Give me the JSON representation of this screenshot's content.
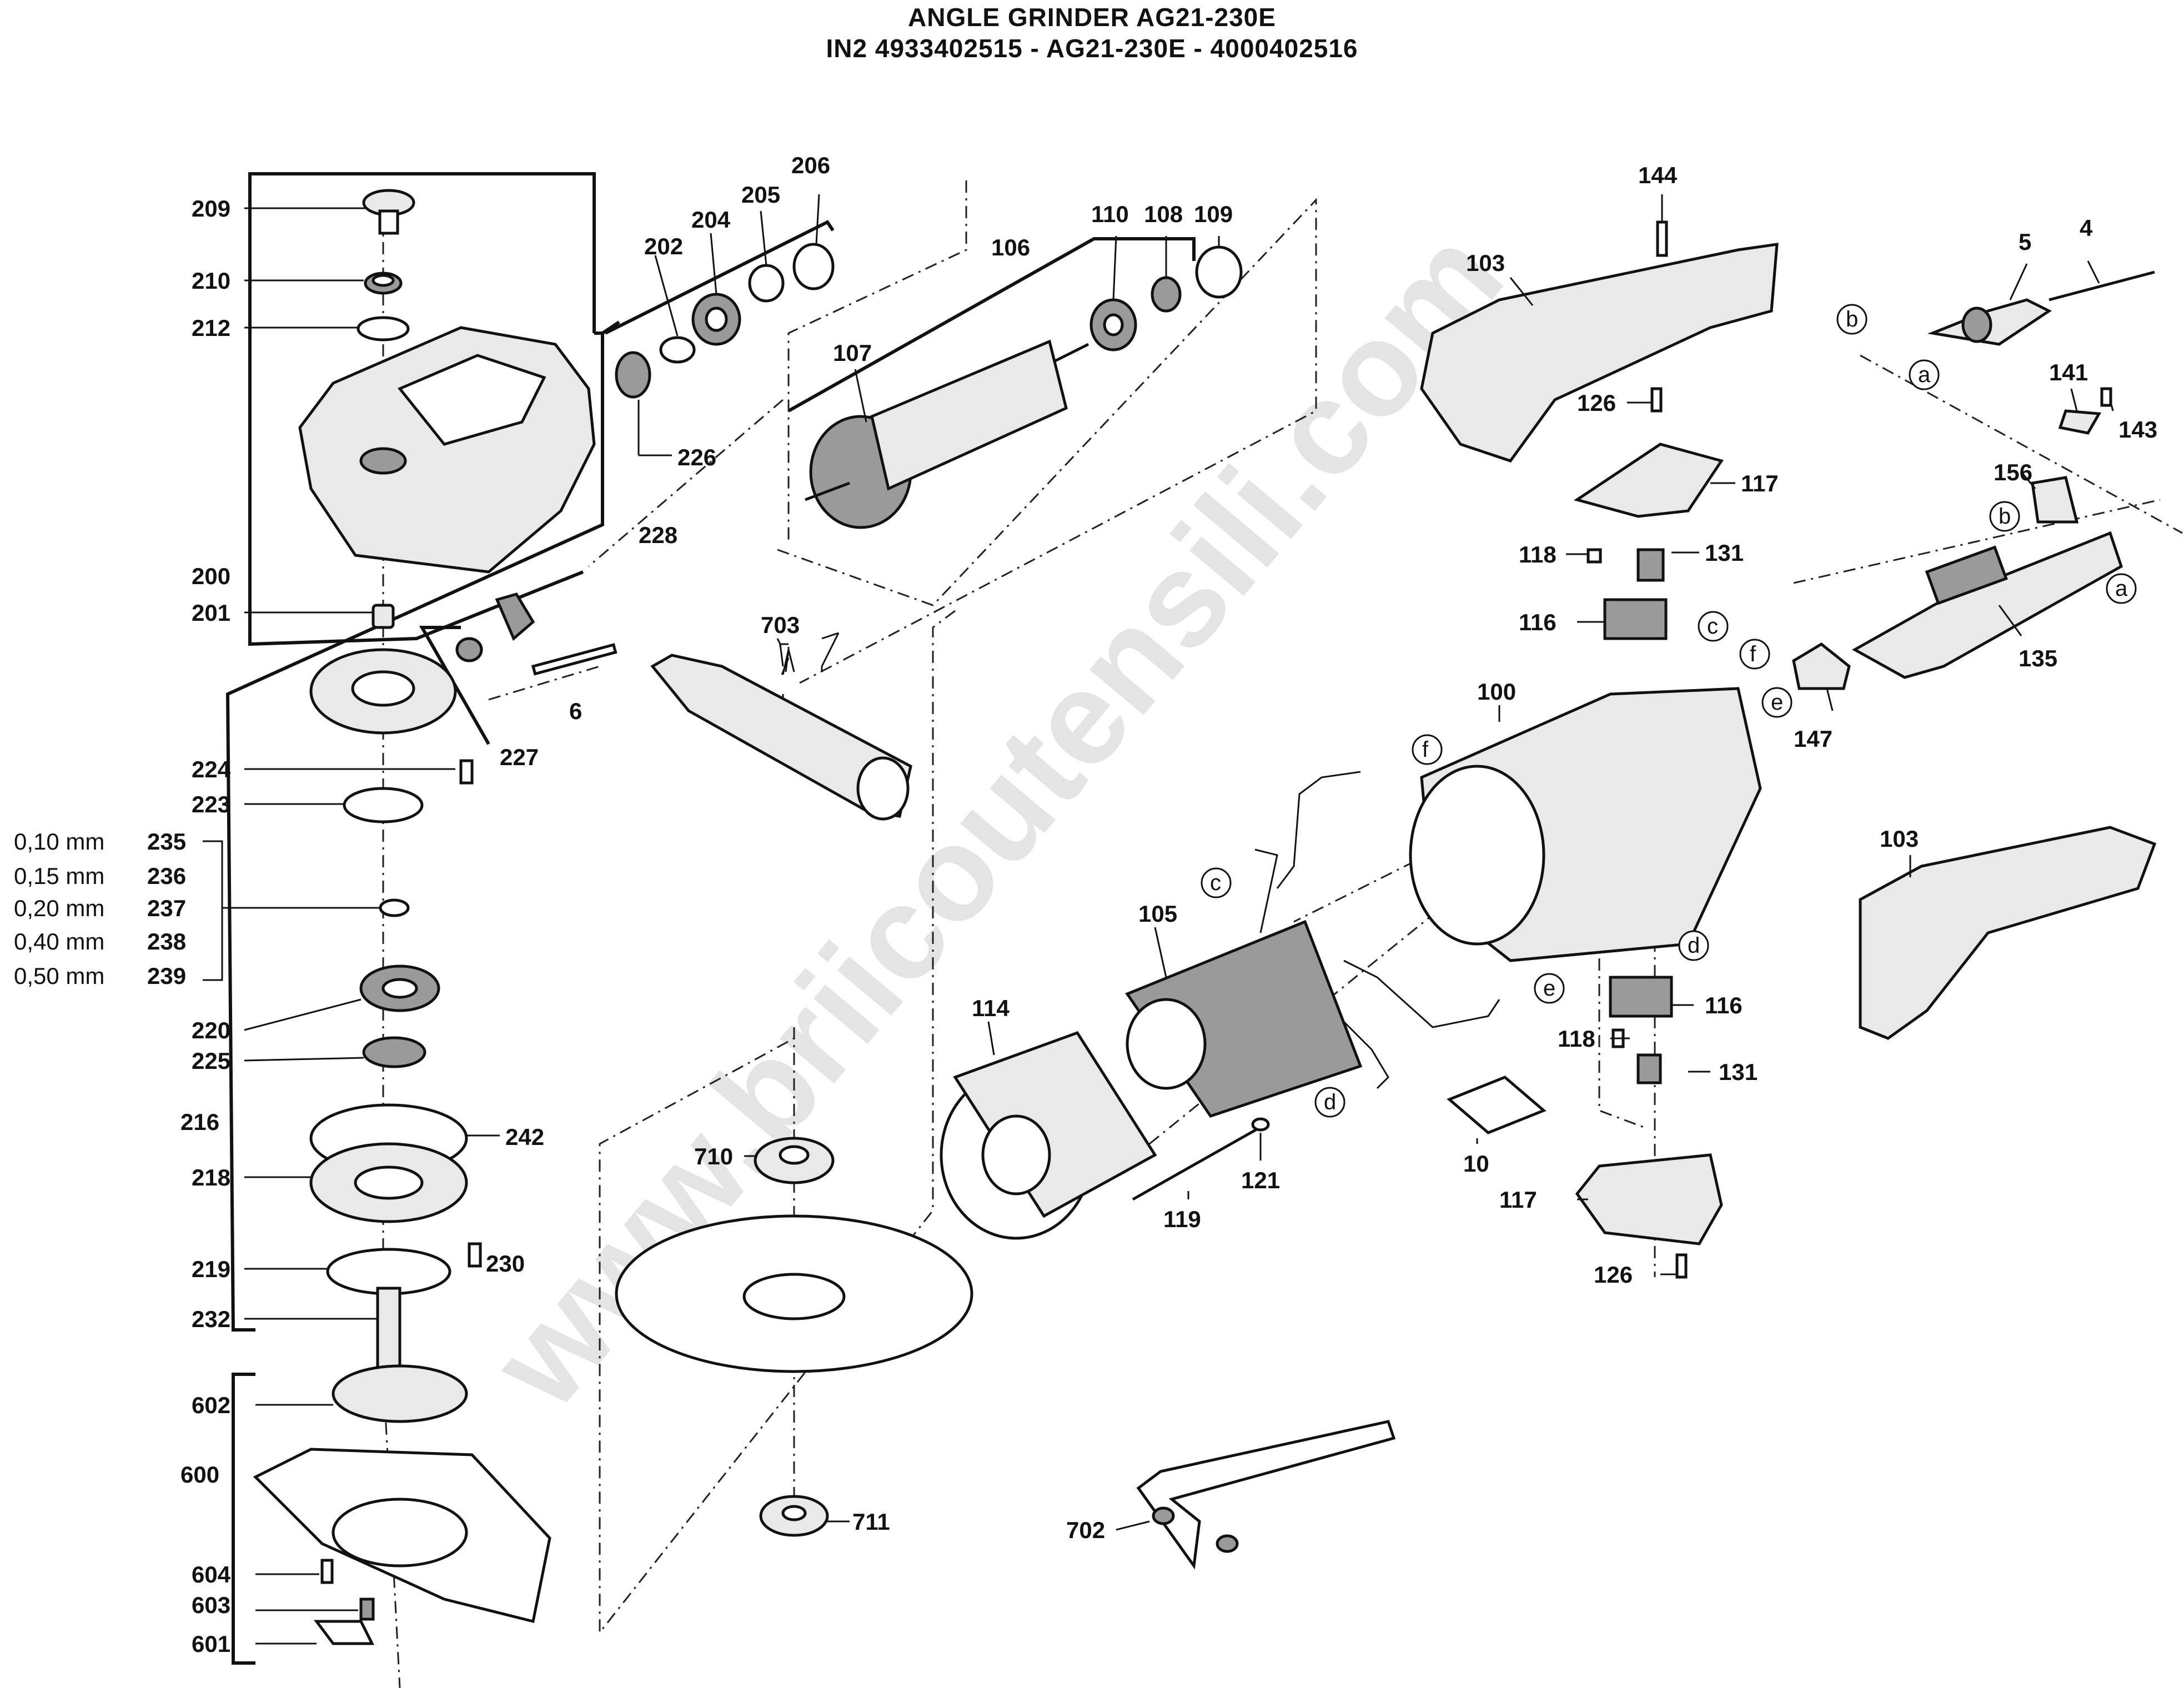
{
  "title": {
    "line1": "ANGLE GRINDER AG21-230E",
    "line2": "IN2 4933402515 - AG21-230E - 4000402516"
  },
  "watermark": "www.briicoutensili.com",
  "labels": {
    "p209": "209",
    "p210": "210",
    "p212": "212",
    "p200": "200",
    "p201": "201",
    "p202": "202",
    "p204": "204",
    "p205": "205",
    "p206": "206",
    "p226": "226",
    "p228": "228",
    "p227": "227",
    "p6": "6",
    "p106": "106",
    "p107": "107",
    "p110": "110",
    "p108": "108",
    "p109": "109",
    "p703": "703",
    "p224": "224",
    "p223": "223",
    "p235": "235",
    "p236": "236",
    "p237": "237",
    "p238": "238",
    "p239": "239",
    "p220": "220",
    "p225": "225",
    "p216": "216",
    "p242": "242",
    "p218": "218",
    "p230": "230",
    "p219": "219",
    "p232": "232",
    "p602": "602",
    "p600": "600",
    "p604": "604",
    "p603": "603",
    "p601": "601",
    "p710": "710",
    "p711": "711",
    "p702": "702",
    "p114": "114",
    "p105": "105",
    "p121": "121",
    "p119": "119",
    "p100": "100",
    "p10": "10",
    "p144": "144",
    "p103a": "103",
    "p103b": "103",
    "p126a": "126",
    "p126b": "126",
    "p117a": "117",
    "p117b": "117",
    "p118a": "118",
    "p118b": "118",
    "p131a": "131",
    "p131b": "131",
    "p116a": "116",
    "p116b": "116",
    "p5": "5",
    "p4": "4",
    "p141": "141",
    "p143": "143",
    "p156": "156",
    "p135": "135",
    "p147": "147"
  },
  "shims": {
    "s235": "0,10 mm",
    "s236": "0,15 mm",
    "s237": "0,20 mm",
    "s238": "0,40 mm",
    "s239": "0,50 mm"
  },
  "connectors": {
    "a1": "a",
    "a2": "a",
    "b1": "b",
    "b2": "b",
    "c1": "c",
    "c2": "c",
    "d1": "d",
    "d2": "d",
    "e1": "e",
    "e2": "e",
    "f1": "f",
    "f2": "f"
  }
}
